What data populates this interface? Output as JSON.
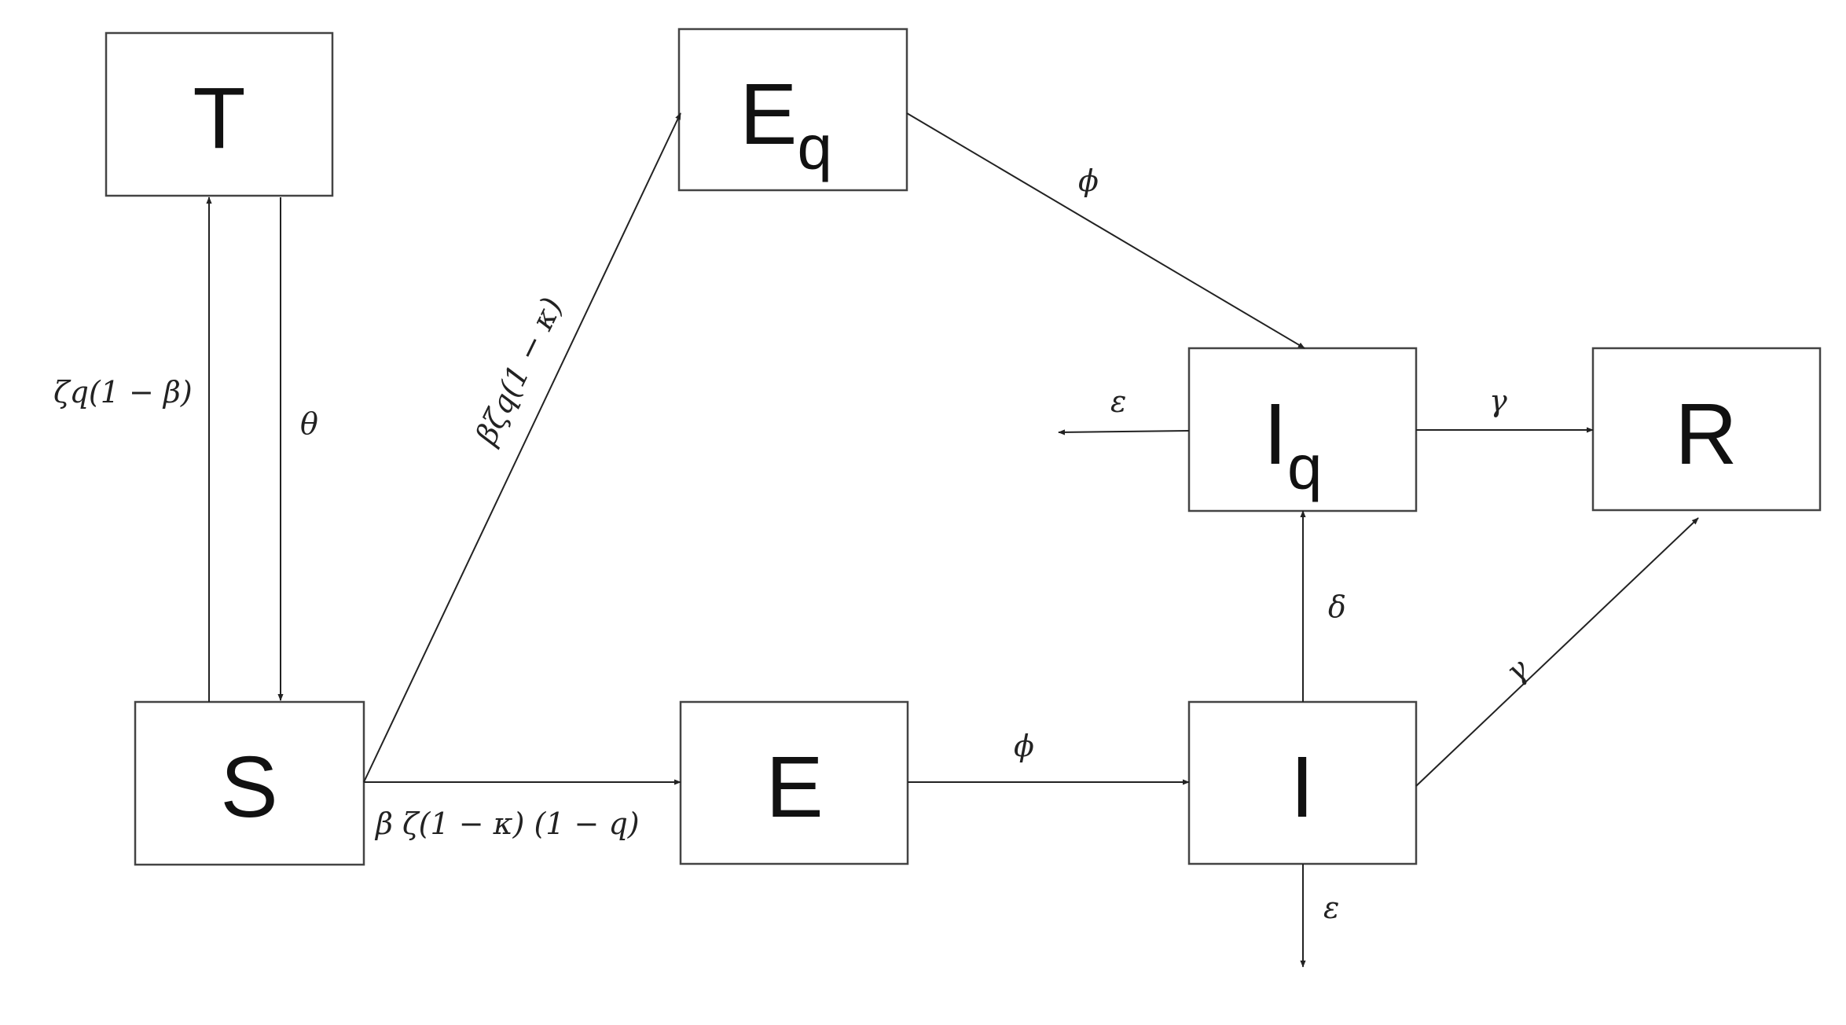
{
  "nodes": {
    "T": {
      "label": "T"
    },
    "S": {
      "label": "S"
    },
    "Eq": {
      "label": "E",
      "sub": "q"
    },
    "E": {
      "label": "E"
    },
    "Iq": {
      "label": "I",
      "sub": "q"
    },
    "I": {
      "label": "I"
    },
    "R": {
      "label": "R"
    }
  },
  "rates": {
    "S_to_T": "ζq(1 − β)",
    "T_to_S": "θ",
    "S_to_Eq": "βζq(1 − κ)",
    "S_to_E": "β ζ(1 − κ) (1 − q)",
    "Eq_to_Iq": "ϕ",
    "E_to_I": "ϕ",
    "Iq_out": "ε",
    "Iq_to_R": "γ",
    "I_to_Iq": "δ",
    "I_to_R": "γ",
    "I_out": "ε"
  },
  "colors": {
    "stroke": "#444444",
    "text": "#111111"
  }
}
